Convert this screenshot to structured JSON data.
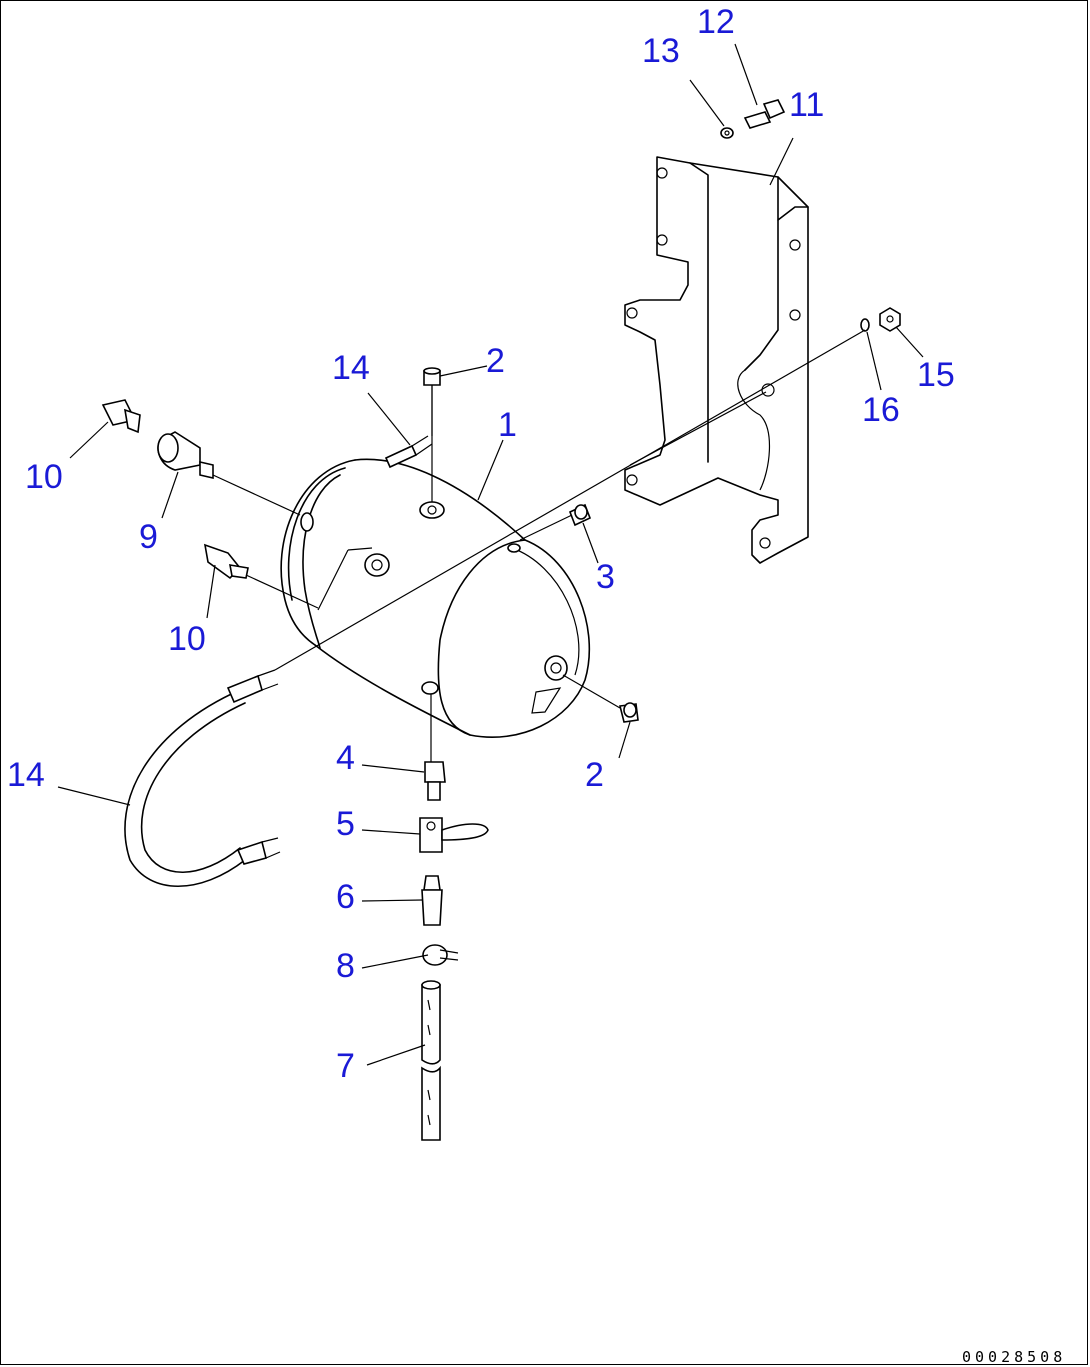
{
  "drawing": {
    "code": "00028508",
    "callout_color": "#1a1ad6"
  },
  "callouts": {
    "c1": "1",
    "c2a": "2",
    "c2b": "2",
    "c3": "3",
    "c4": "4",
    "c5": "5",
    "c6": "6",
    "c7": "7",
    "c8": "8",
    "c9": "9",
    "c10a": "10",
    "c10b": "10",
    "c11": "11",
    "c12": "12",
    "c13": "13",
    "c14a": "14",
    "c14b": "14",
    "c15": "15",
    "c16": "16"
  }
}
